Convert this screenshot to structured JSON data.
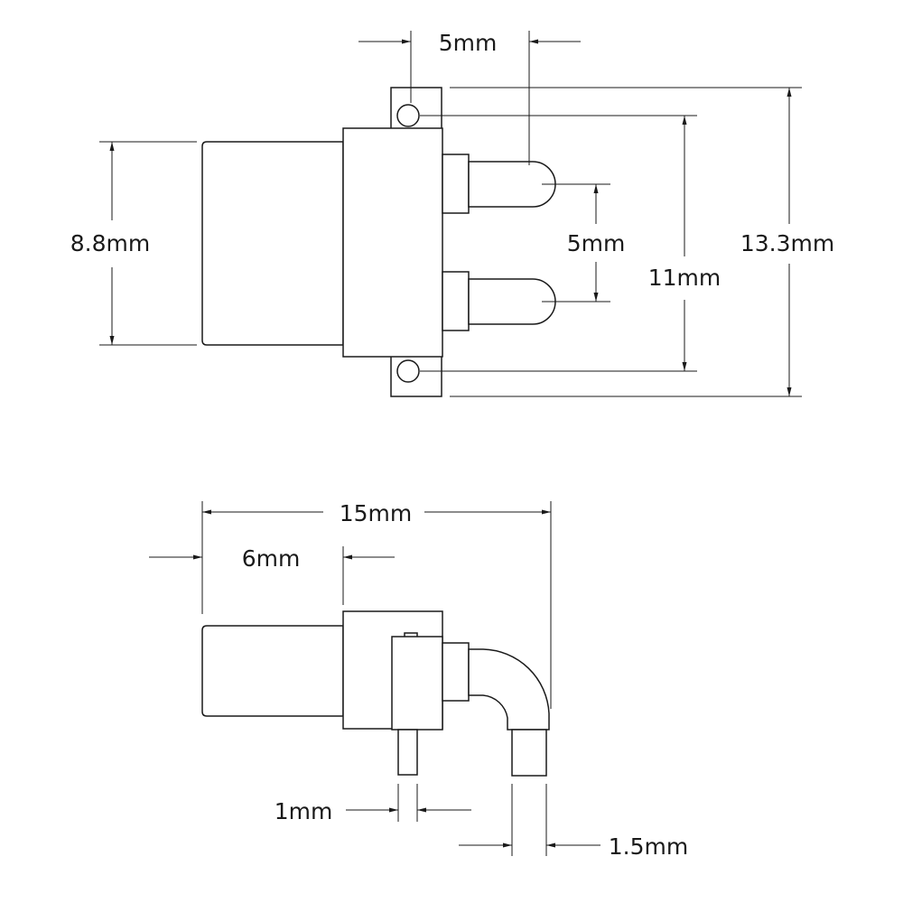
{
  "top_view": {
    "dims": {
      "pin_offset": "5mm",
      "body_height": "8.8mm",
      "pin_spacing": "5mm",
      "hole_spacing": "11mm",
      "overall_height": "13.3mm"
    }
  },
  "side_view": {
    "dims": {
      "overall_length": "15mm",
      "body_length": "6mm",
      "pin_width": "1mm",
      "lead_width": "1.5mm"
    }
  }
}
